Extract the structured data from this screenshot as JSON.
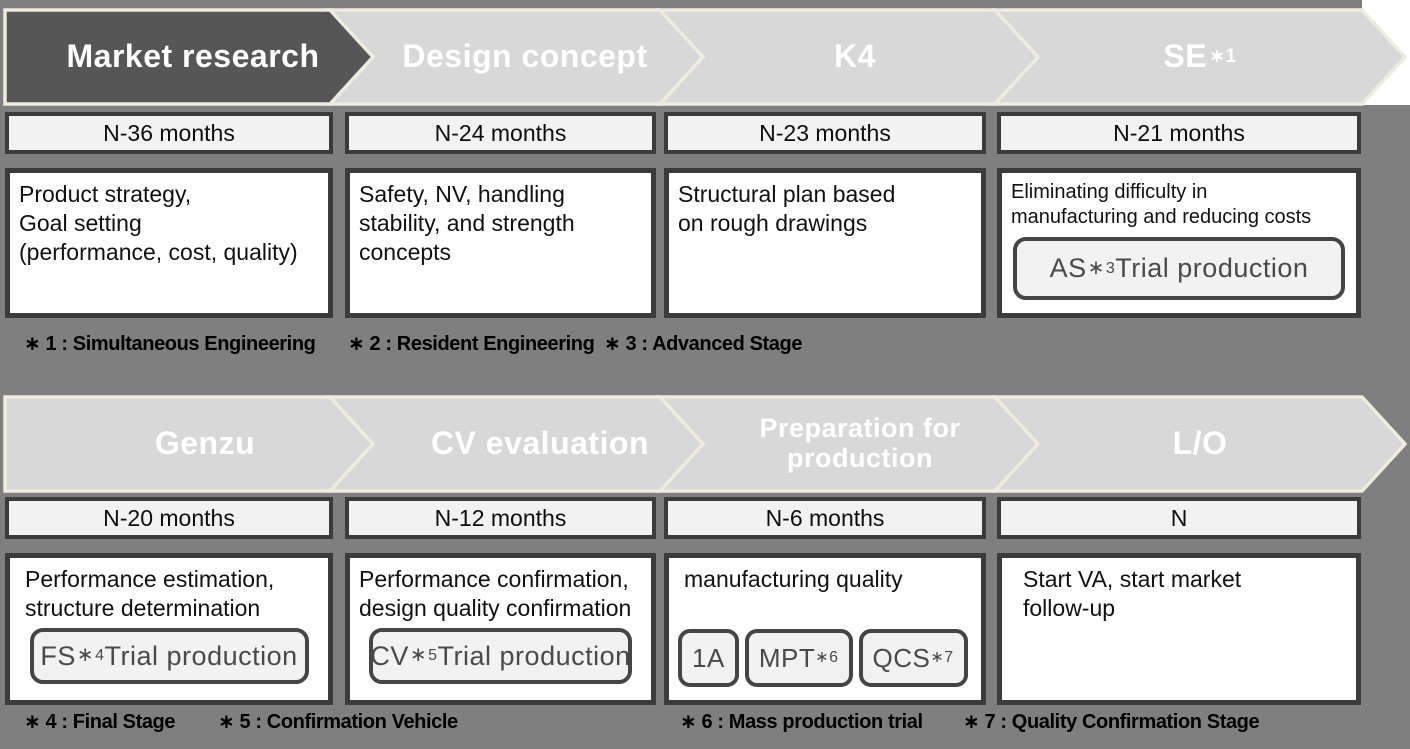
{
  "colors": {
    "background": "#7f7f7f",
    "dark_chevron": "#565656",
    "light_chevron": "#d8d8d8",
    "chevron_border": "#efecdf",
    "box_border": "#3b3b3b",
    "timing_fill": "#f2f2f2",
    "pill_text": "#4a4a4a"
  },
  "top": {
    "stages": [
      {
        "label": "Market research",
        "timing": "N-36 months",
        "desc": "Product strategy,\nGoal setting\n(performance, cost, quality)"
      },
      {
        "label": "Design concept",
        "timing": "N-24 months",
        "desc": "Safety, NV, handling\nstability, and strength\nconcepts"
      },
      {
        "label": "K4",
        "timing": "N-23 months",
        "desc": "Structural plan based\non rough drawings"
      },
      {
        "label": "SE",
        "label_sup": "∗1",
        "timing": "N-21 months",
        "desc": "Eliminating difficulty in\nmanufacturing and reducing costs",
        "button": {
          "pre": "AS",
          "star": "∗",
          "sup": "3",
          "rest": "Trial production"
        }
      }
    ],
    "footnotes": [
      "∗ 1 : Simultaneous Engineering",
      "∗ 2 : Resident Engineering",
      "∗ 3 : Advanced Stage"
    ]
  },
  "bottom": {
    "stages": [
      {
        "label": "Genzu",
        "timing": "N-20 months",
        "desc": "Performance estimation,\nstructure determination",
        "button": {
          "pre": "FS",
          "star": "∗",
          "sup": "4",
          "rest": "Trial production"
        }
      },
      {
        "label": "CV evaluation",
        "timing": "N-12 months",
        "desc": "Performance confirmation,\ndesign quality confirmation",
        "button": {
          "pre": "CV",
          "star": "∗",
          "sup": "5",
          "rest": "Trial production"
        }
      },
      {
        "label": "Preparation for production",
        "timing": "N-6 months",
        "desc": "manufacturing quality",
        "buttons": [
          {
            "pre": "1A"
          },
          {
            "pre": "MPT",
            "sup": "∗6"
          },
          {
            "pre": "QCS",
            "sup": "∗7"
          }
        ]
      },
      {
        "label": "L/O",
        "timing": "N",
        "desc": "Start VA, start market\nfollow-up"
      }
    ],
    "footnotes": [
      "∗ 4 : Final Stage",
      "∗ 5 : Confirmation Vehicle",
      "∗ 6 : Mass production trial",
      "∗ 7 : Quality Confirmation Stage"
    ]
  }
}
